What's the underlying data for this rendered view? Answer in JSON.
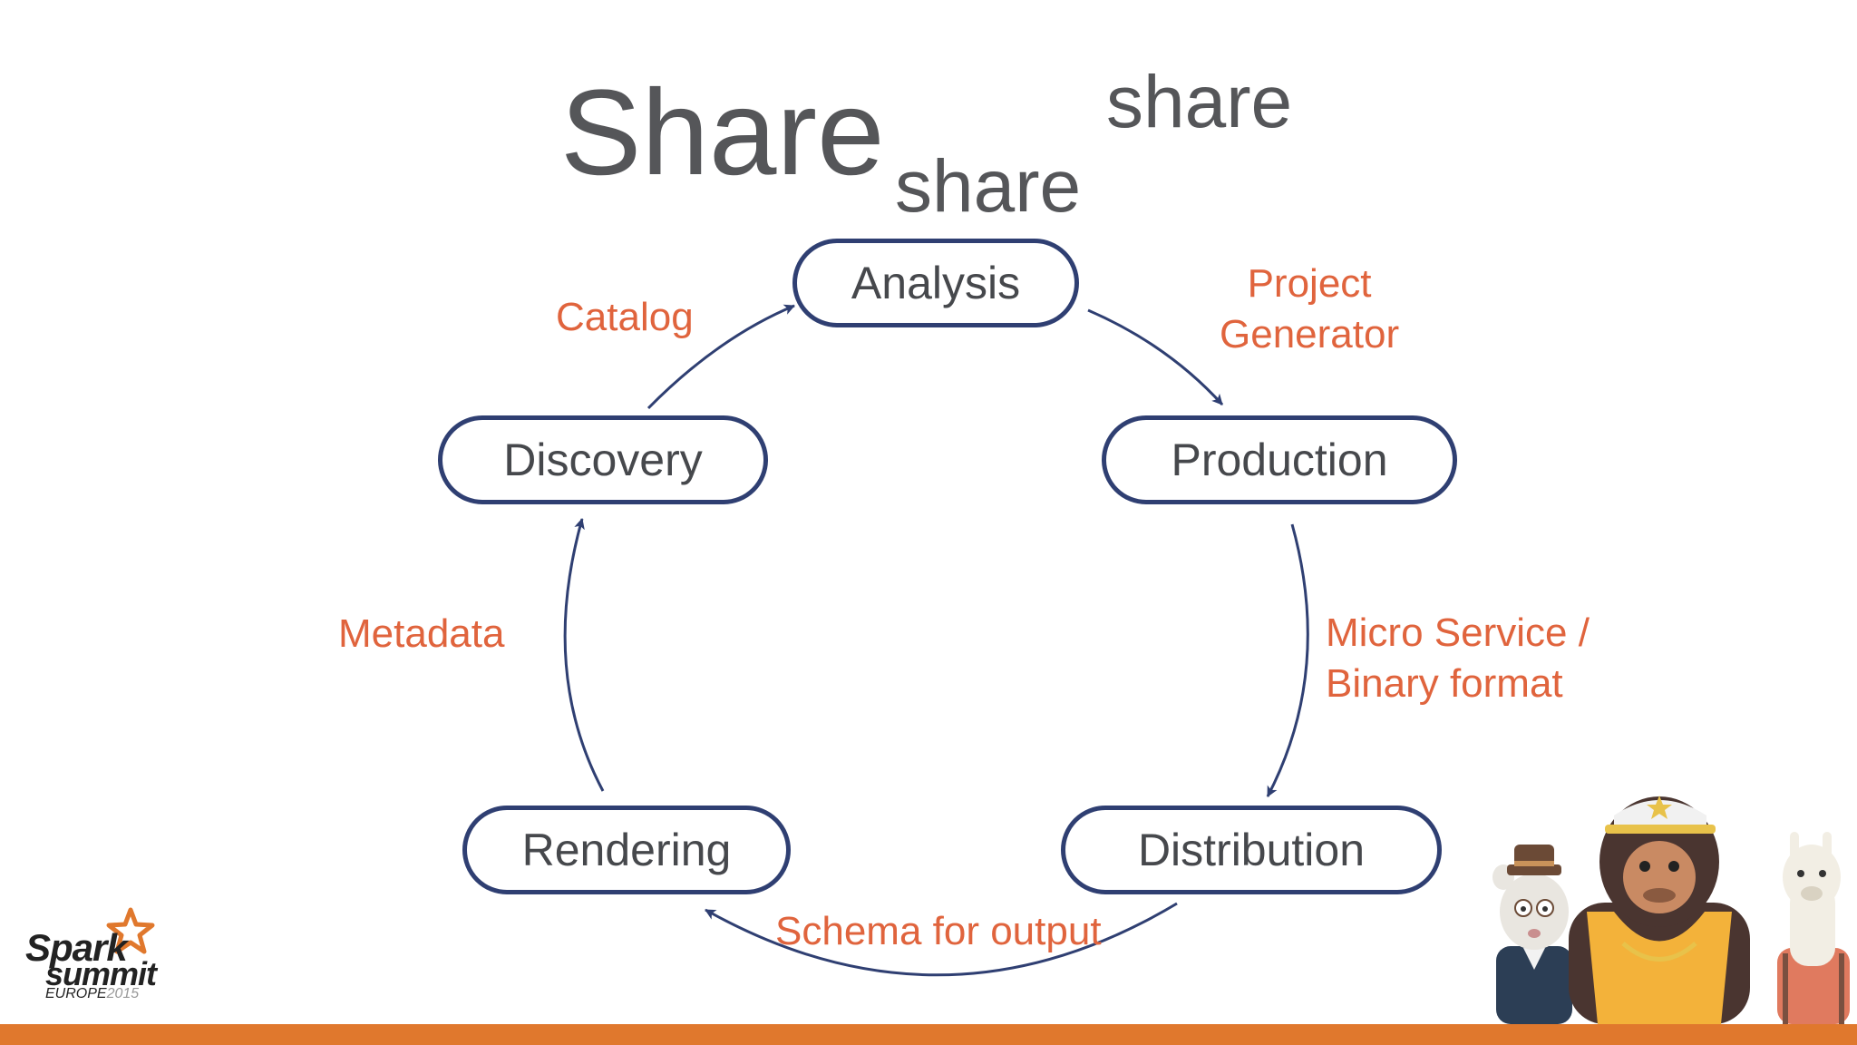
{
  "slide": {
    "headings": [
      "Share",
      "share",
      "share"
    ],
    "nodes": {
      "analysis": "Analysis",
      "production": "Production",
      "distribution": "Distribution",
      "rendering": "Rendering",
      "discovery": "Discovery"
    },
    "edge_labels": {
      "catalog": "Catalog",
      "project_generator": [
        "Project",
        "Generator"
      ],
      "micro_service": [
        "Micro Service /",
        "Binary format"
      ],
      "schema_for_output": "Schema for output",
      "metadata": "Metadata"
    },
    "footer": {
      "logo_line1": "Spark",
      "logo_line2": "summit",
      "logo_event": "EUROPE",
      "logo_year": "2015"
    },
    "colors": {
      "heading": "#555659",
      "node_border": "#2f3f72",
      "label": "#e0643d",
      "footer_bar": "#e0782d"
    }
  }
}
